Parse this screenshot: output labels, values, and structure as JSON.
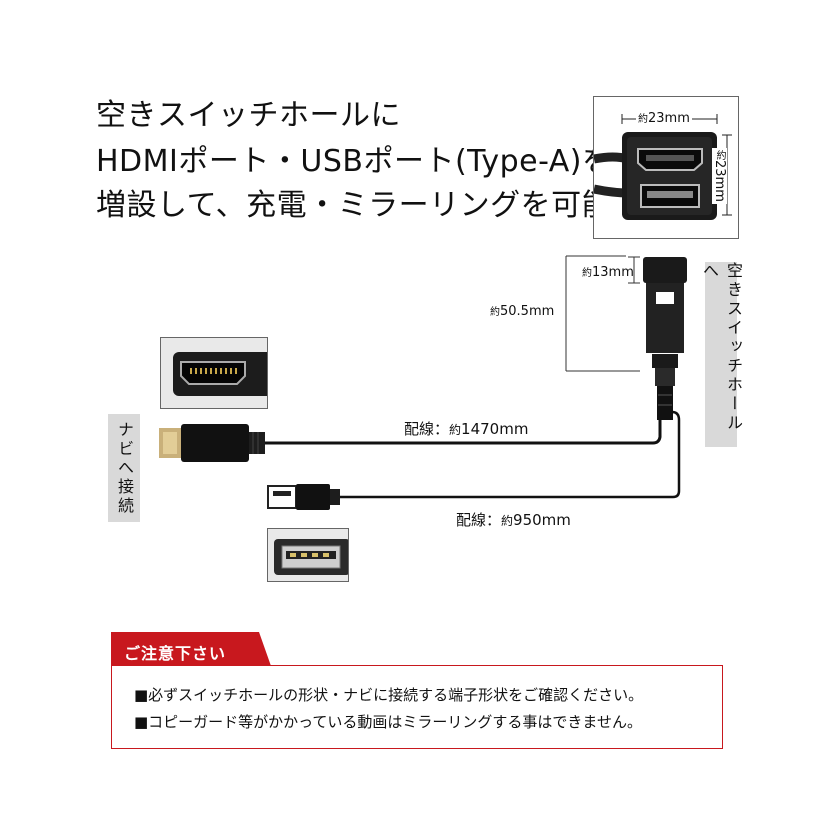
{
  "headline": {
    "line1": "空きスイッチホールに",
    "line2": "HDMIポート・USBポート(Type-A)を",
    "line3": "増設して、充電・ミラーリングを可能に！"
  },
  "dimensions": {
    "width_prefix": "約",
    "width_value": "23mm",
    "height_prefix": "約",
    "height_value": "23mm",
    "depth_prefix": "約",
    "depth_value": "13mm",
    "length_prefix": "約",
    "length_value": "50.5mm"
  },
  "labels": {
    "switch_hole": "空きスイッチホールへ",
    "navi": "ナビへ接続"
  },
  "wires": {
    "hdmi_label": "配線：",
    "hdmi_prefix": "約",
    "hdmi_value": "1470mm",
    "usb_label": "配線：",
    "usb_prefix": "約",
    "usb_value": "950mm"
  },
  "notice": {
    "title": "ご注意下さい",
    "items": [
      "■必ずスイッチホールの形状・ナビに接続する端子形状をご確認ください。",
      "■コピーガード等がかかっている動画はミラーリングする事はできません。"
    ]
  },
  "colors": {
    "accent": "#c8181e",
    "label_bg": "#d9d9d9",
    "cable": "#111111"
  },
  "icons": {
    "hdmi_plug": "hdmi-plug-icon",
    "usb_plug": "usb-plug-icon",
    "panel": "switch-panel-icon"
  }
}
